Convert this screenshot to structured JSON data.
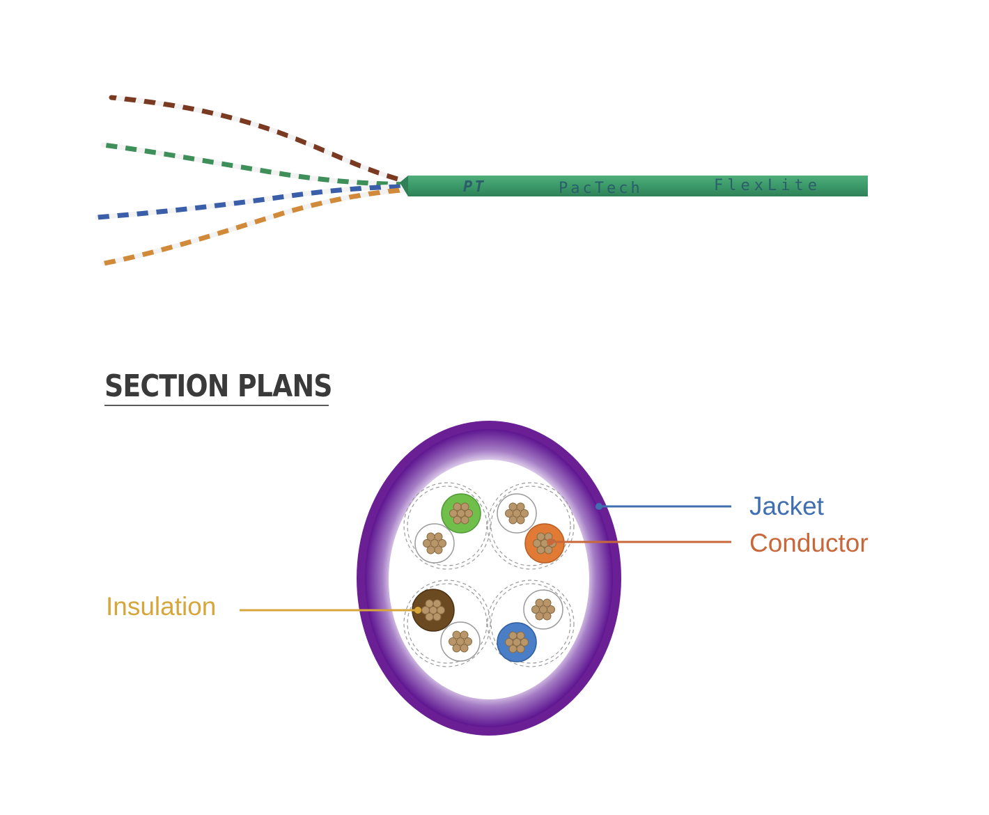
{
  "cable": {
    "jacket_color": "#3c9a6a",
    "print_logo": "PT",
    "print_brand": "PacTech",
    "print_model": "FlexLite",
    "pair_colors": {
      "brown": "#7a3a22",
      "green": "#3f8f5a",
      "blue": "#3a5fa8",
      "orange": "#d08a3a",
      "stripe": "#f2f2f2"
    }
  },
  "section": {
    "title": "SECTION PLANS"
  },
  "cross_section": {
    "jacket_color": "#6a1f95",
    "colors": {
      "conductor": "#b8966a",
      "green_insulation": "#6fbf4a",
      "orange_insulation": "#e07a35",
      "brown_insulation": "#6b4a22",
      "blue_insulation": "#4a7fc8"
    },
    "labels": {
      "jacket": "Jacket",
      "conductor": "Conductor",
      "insulation": "Insulation"
    },
    "label_colors": {
      "jacket": "#3f6fb0",
      "conductor": "#c8683a",
      "insulation": "#d7a63a"
    }
  }
}
